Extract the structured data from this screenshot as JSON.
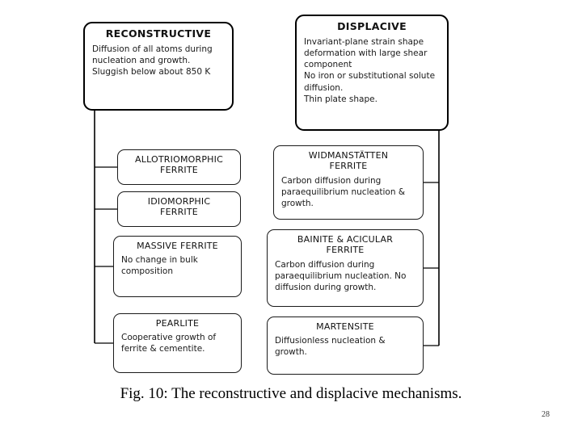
{
  "figure": {
    "caption": "Fig. 10: The reconstructive and displacive mechanisms.",
    "page_number": "28"
  },
  "diagram": {
    "type": "tree-diagram",
    "line_color": "#000000",
    "box_border_color": "#1a1a1a",
    "background": "#ffffff",
    "branches": [
      {
        "id": "reconstructive",
        "title": "RECONSTRUCTIVE",
        "body": "Diffusion of all atoms during nucleation and growth.\nSluggish below about 850 K",
        "children": [
          {
            "id": "allotriomorphic-ferrite",
            "title": "ALLOTRIOMORPHIC\nFERRITE",
            "body": ""
          },
          {
            "id": "idiomorphic-ferrite",
            "title": "IDIOMORPHIC\nFERRITE",
            "body": ""
          },
          {
            "id": "massive-ferrite",
            "title": "MASSIVE FERRITE",
            "body": "No change in bulk composition"
          },
          {
            "id": "pearlite",
            "title": "PEARLITE",
            "body": "Cooperative growth of ferrite & cementite."
          }
        ]
      },
      {
        "id": "displacive",
        "title": "DISPLACIVE",
        "body": "Invariant-plane strain shape deformation with large shear component\nNo iron or substitutional solute diffusion.\nThin plate shape.",
        "children": [
          {
            "id": "widmanstatten-ferrite",
            "title": "WIDMANSTÄTTEN\nFERRITE",
            "body": "Carbon diffusion during paraequilibrium nucleation & growth."
          },
          {
            "id": "bainite-acicular-ferrite",
            "title": "BAINITE & ACICULAR\nFERRITE",
            "body": "Carbon diffusion during paraequilibrium nucleation. No diffusion during growth."
          },
          {
            "id": "martensite",
            "title": "MARTENSITE",
            "body": "Diffusionless nucleation & growth."
          }
        ]
      }
    ]
  }
}
